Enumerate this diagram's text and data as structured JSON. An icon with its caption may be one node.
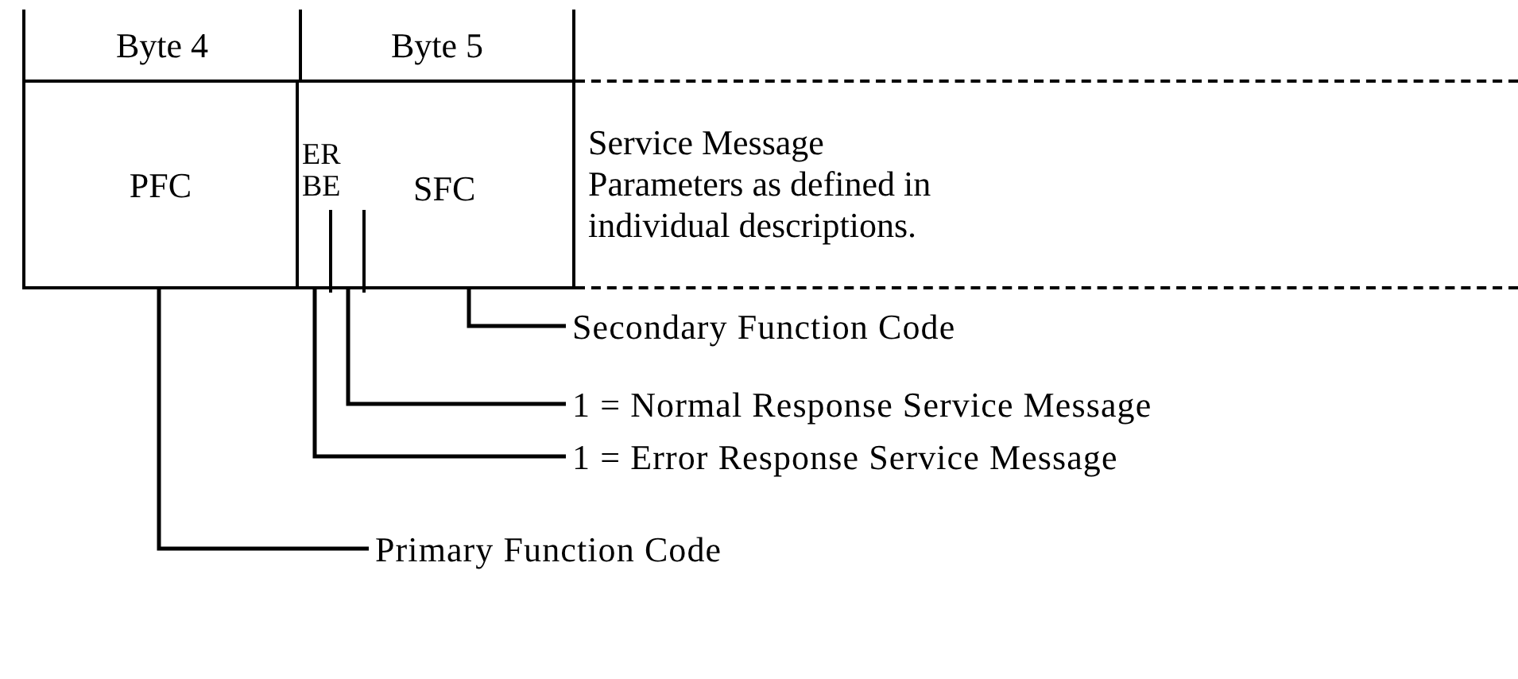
{
  "diagram": {
    "nodes": [
      {
        "text": [
          "Byte 4"
        ]
      },
      {
        "text": [
          "Byte 5"
        ]
      },
      {
        "text": [
          "PFC"
        ]
      },
      {
        "text": [
          "SFC"
        ]
      },
      {
        "text": [],
        "shape": "box",
        "in": 3
      },
      {
        "text": [],
        "shape": "box",
        "in": 3
      },
      {
        "text": [
          "Service Message Parameters as defined in individual descriptions."
        ]
      },
      {
        "text": [
          "Secondary Function Code"
        ]
      },
      {
        "text": [
          "1 = Normal Response Service Message"
        ]
      },
      {
        "text": [
          "1 = Error Response Service Message"
        ]
      },
      {
        "text": [
          "Primary Function Code"
        ]
      }
    ],
    "edges": [
      {
        "from": 7,
        "to": 3,
        "arrow": "none"
      },
      {
        "from": 8,
        "to": 5,
        "arrow": "none"
      },
      {
        "from": 9,
        "to": 4,
        "arrow": "none"
      },
      {
        "from": 10,
        "to": 2,
        "arrow": "none"
      }
    ],
    "labels": [
      "ER",
      "BE"
    ]
  }
}
